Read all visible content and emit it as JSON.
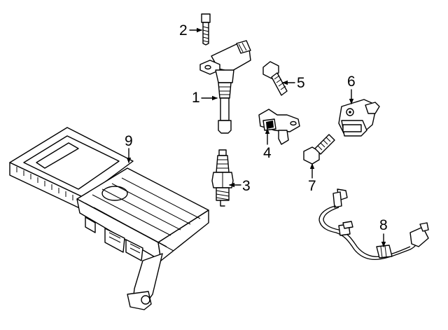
{
  "callouts": [
    {
      "id": "1",
      "label": "1"
    },
    {
      "id": "2",
      "label": "2"
    },
    {
      "id": "3",
      "label": "3"
    },
    {
      "id": "4",
      "label": "4"
    },
    {
      "id": "5",
      "label": "5"
    },
    {
      "id": "6",
      "label": "6"
    },
    {
      "id": "7",
      "label": "7"
    },
    {
      "id": "8",
      "label": "8"
    },
    {
      "id": "9",
      "label": "9"
    }
  ],
  "parts": [
    {
      "callout": "1",
      "icon": "ignition-coil-icon"
    },
    {
      "callout": "2",
      "icon": "bolt-icon"
    },
    {
      "callout": "3",
      "icon": "spark-plug-icon"
    },
    {
      "callout": "4",
      "icon": "camshaft-sensor-icon"
    },
    {
      "callout": "5",
      "icon": "bolt-icon"
    },
    {
      "callout": "6",
      "icon": "knock-sensor-icon"
    },
    {
      "callout": "7",
      "icon": "bolt-icon"
    },
    {
      "callout": "8",
      "icon": "wiring-harness-icon"
    },
    {
      "callout": "9",
      "icon": "engine-control-module-icon"
    }
  ]
}
